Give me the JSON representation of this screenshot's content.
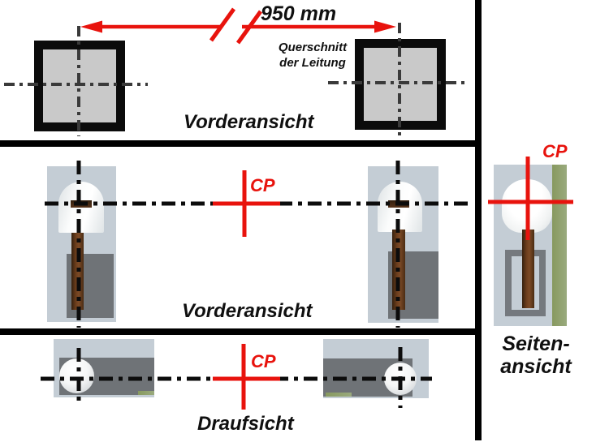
{
  "diagram": {
    "dimension_label": "950 mm",
    "cross_section_note": [
      "Querschnitt",
      "der Leitung"
    ],
    "views": {
      "front_top": "Vorderansicht",
      "front_middle": "Vorderansicht",
      "top": "Draufsicht",
      "side": [
        "Seiten-",
        "ansicht"
      ]
    },
    "cp_label": "CP"
  },
  "colors": {
    "dimension_red": "#e8130d",
    "centerline_black": "#0c0c0c",
    "square_fill_gray": "#c9c9c9",
    "panel_blue_gray": "#c4cdd5",
    "mount_dark_gray": "#6f7377",
    "board_green": "#8da06e",
    "rod_brown": "#6b3d1c",
    "bracket_gray": "#75797e"
  }
}
